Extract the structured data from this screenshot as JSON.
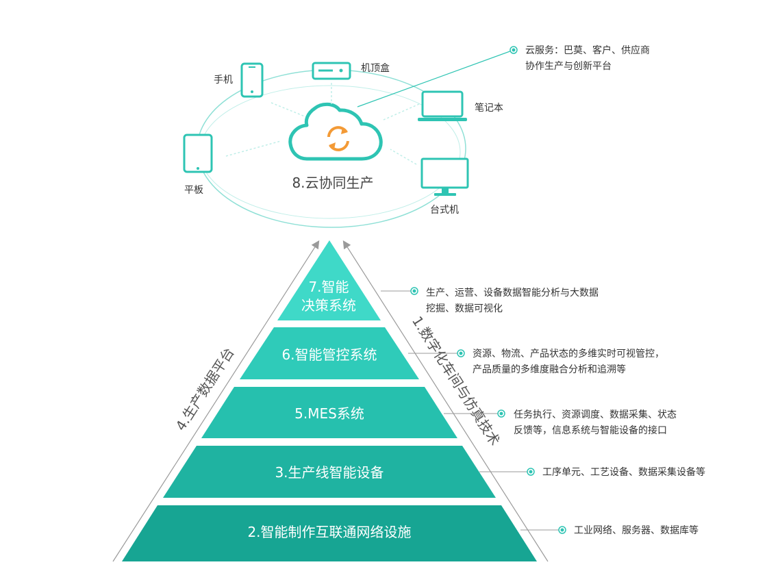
{
  "cloud": {
    "title": "8.云协同生产",
    "devices": {
      "phone": "手机",
      "settop": "机顶盒",
      "laptop": "笔记本",
      "tablet": "平板",
      "desktop": "台式机"
    },
    "service_line1": "云服务：巴莫、客户、供应商",
    "service_line2": "协作生产与创新平台"
  },
  "pyramid": {
    "left_axis": "4.生产数据平台",
    "right_axis": "1.数字化车间与仿真技术",
    "levels": [
      {
        "label_line1": "7.智能",
        "label_line2": "决策系统",
        "color": "#3fd9c8",
        "desc_line1": "生产、运营、设备数据智能分析与大数据",
        "desc_line2": "挖掘、数据可视化"
      },
      {
        "label": "6.智能管控系统",
        "color": "#2fcbb9",
        "desc_line1": "资源、物流、产品状态的多维实时可视管控，",
        "desc_line2": "产品质量的多维度融合分析和追溯等"
      },
      {
        "label": "5.MES系统",
        "color": "#26c0ae",
        "desc_line1": "任务执行、资源调度、数据采集、状态",
        "desc_line2": "反馈等，信息系统与智能设备的接口"
      },
      {
        "label": "3.生产线智能设备",
        "color": "#1fb3a1",
        "desc_line1": "工序单元、工艺设备、数据采集设备等"
      },
      {
        "label": "2.智能制作互联通网络设施",
        "color": "#17a593",
        "desc_line1": "工业网络、服务器、数据库等"
      }
    ]
  },
  "colors": {
    "accent": "#2ec4b3",
    "orange": "#f39a36",
    "text": "#333333",
    "gray": "#9a9a9a"
  }
}
